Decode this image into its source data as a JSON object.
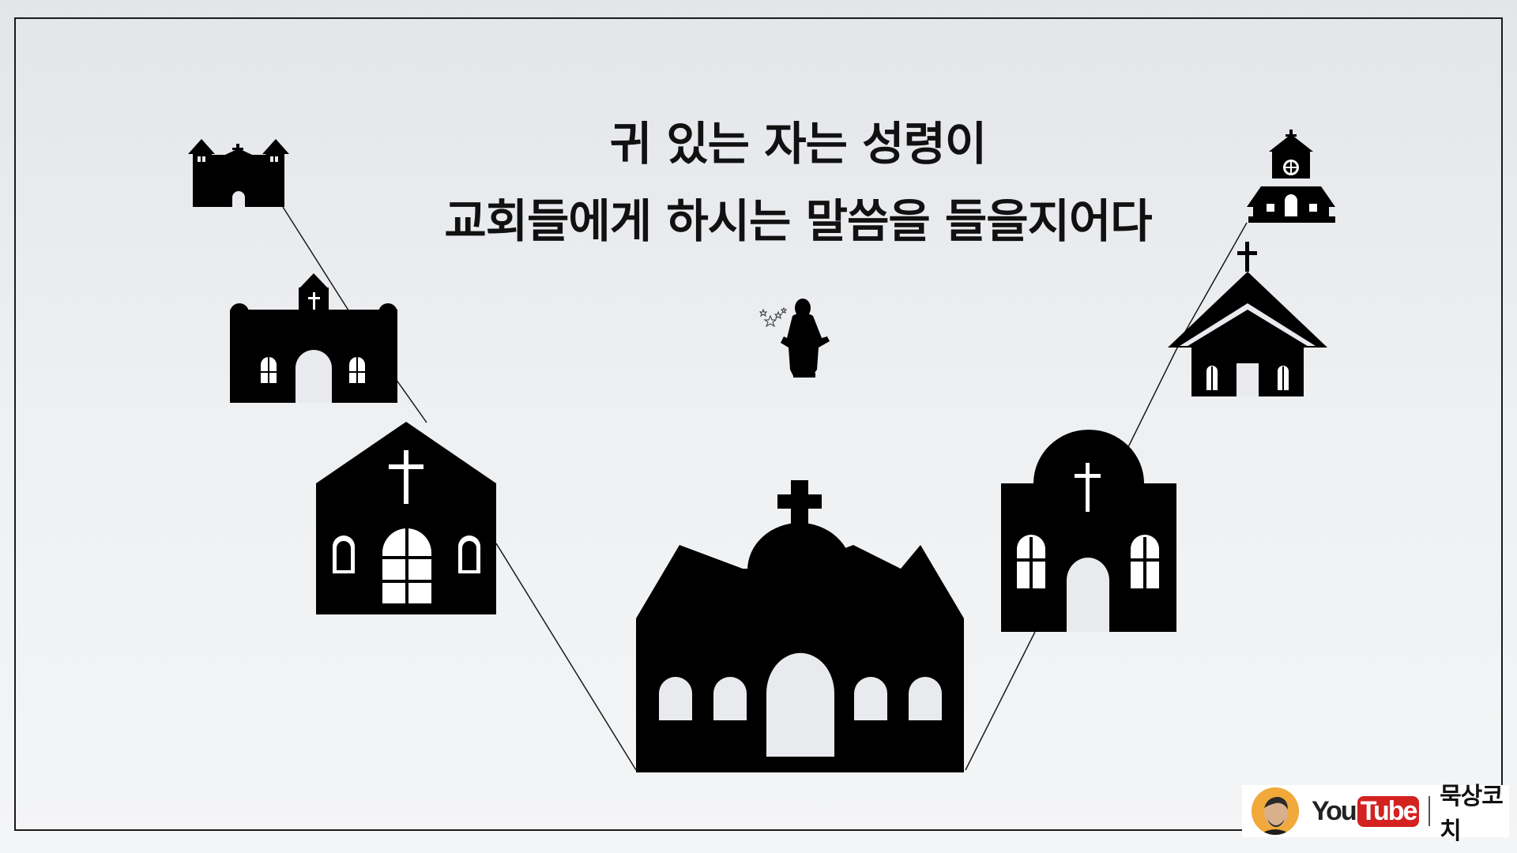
{
  "slide": {
    "title_line1": "귀 있는 자는 성령이",
    "title_line2": "교회들에게 하시는 말씀을 들을지어다"
  },
  "illustration": {
    "churches": [
      "church",
      "church",
      "church",
      "church",
      "church",
      "church",
      "church"
    ],
    "center_figure": "jesus-statue-icon"
  },
  "branding": {
    "platform_you": "You",
    "platform_tube": "Tube",
    "channel_name": "묵상코치"
  },
  "colors": {
    "background": "#e9ebee",
    "silhouette": "#000000",
    "youtube_red": "#d3221f",
    "avatar": "#f0a93a"
  }
}
